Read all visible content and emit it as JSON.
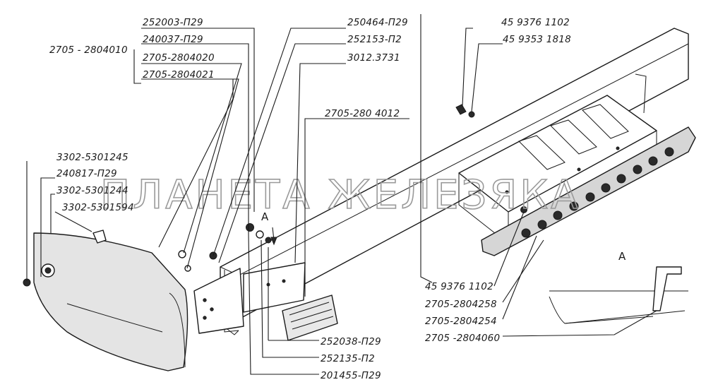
{
  "labels": {
    "p2705_2804010": "2705 - 2804010",
    "p252003": "252003-П29",
    "p240037": "240037-П29",
    "p2705_2804020": "2705-2804020",
    "p2705_2804021": "2705-2804021",
    "p250464": "250464-П29",
    "p252153": "252153-П2",
    "p3012_3731": "3012.3731",
    "p2705_2804012": "2705-280 4012",
    "p459376_top": "45 9376 1102",
    "p459353": "45 9353 1818",
    "p3302_5301245": "3302-5301245",
    "p240817": "240817-П29",
    "p3302_5301244": "3302-5301244",
    "p3302_5301594": "3302-5301594",
    "p459376_bottom": "45 9376 1102",
    "p2705_2804258": "2705-2804258",
    "p2705_2804254": "2705-2804254",
    "p2705_2804060": "2705 -2804060",
    "p252038": "252038-П29",
    "p252135": "252135-П2",
    "p201455": "201455-П29",
    "view_marker": "A",
    "detail_marker": "A"
  },
  "watermark": "ПЛАНЕТА ЖЕЛЕЗЯКА",
  "colors": {
    "ink": "#1a1a1a",
    "watermark": "#9a9a9a",
    "paper": "#ffffff"
  }
}
